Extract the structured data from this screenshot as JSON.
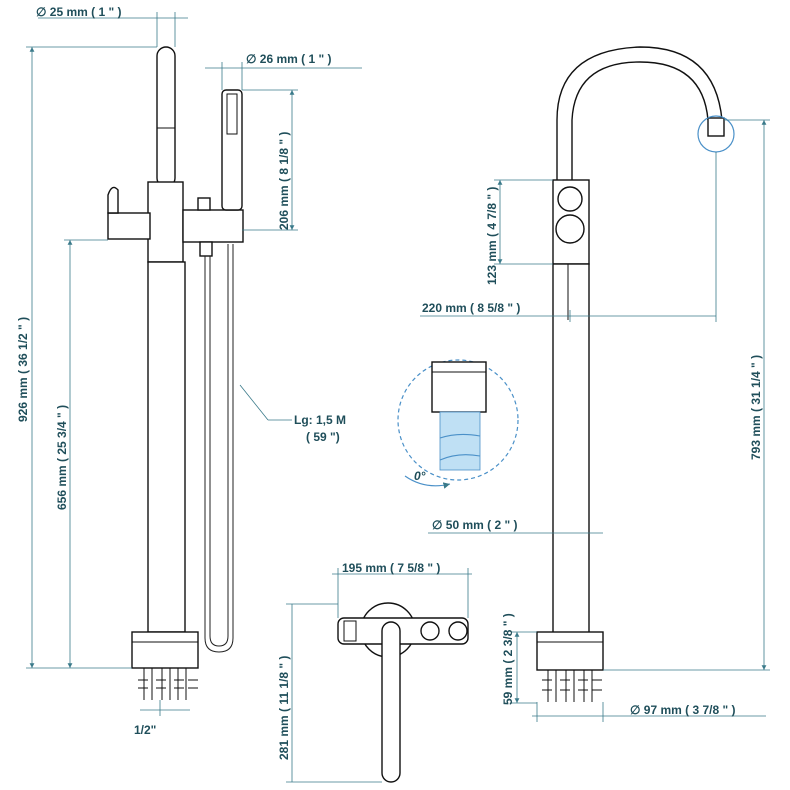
{
  "dimensions": {
    "d25": "∅  25 mm ( 1 \" )",
    "d26": "∅  26 mm ( 1 \" )",
    "h206": "206 mm ( 8 1/8 \" )",
    "h926": "926 mm ( 36 1/2 \" )",
    "h656": "656 mm ( 25 3/4 \" )",
    "hose_len": "Lg: 1,5 M",
    "hose_len_in": "( 59 \")",
    "thread": "1/2\"",
    "w195": "195 mm ( 7 5/8 \" )",
    "h281": "281 mm ( 11 1/8 \" )",
    "h123": "123 mm ( 4 7/8 \" )",
    "w220": "220 mm ( 8 5/8 \" )",
    "h793": "793 mm ( 31 1/4 \" )",
    "d50": "∅  50 mm ( 2 \" )",
    "h59": "59 mm ( 2 3/8 \" )",
    "d97": "∅  97 mm ( 3 7/8 \" )",
    "angle": "0°"
  },
  "colors": {
    "dimension_text": "#1f4e5a",
    "dimension_line": "#3a7a8a",
    "detail_blue": "#4a90c8",
    "detail_fill": "#bfe0f4"
  }
}
